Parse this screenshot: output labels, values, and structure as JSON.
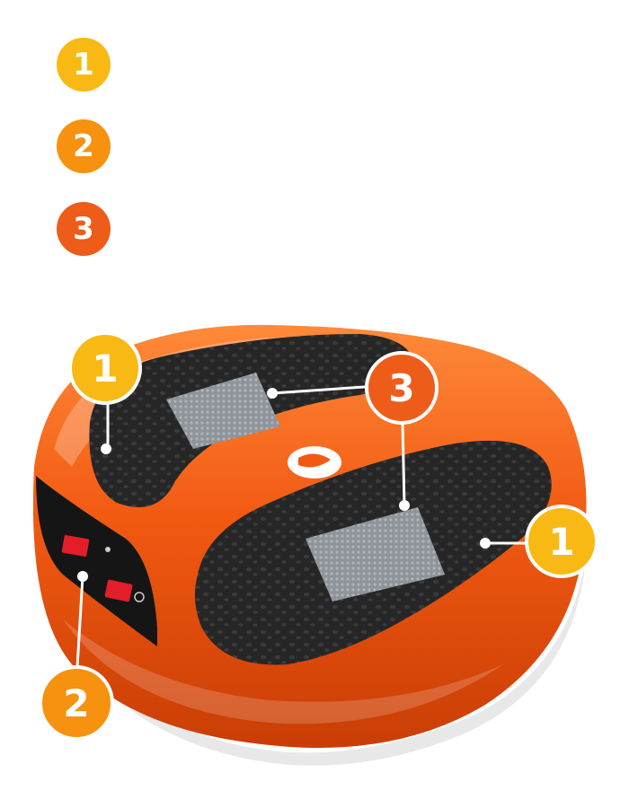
{
  "legend": [
    {
      "number": "1",
      "color": "#f9b914"
    },
    {
      "number": "2",
      "color": "#f6920f"
    },
    {
      "number": "3",
      "color": "#ee5c1a"
    }
  ],
  "callouts": [
    {
      "number": "1",
      "color": "#f9b914"
    },
    {
      "number": "2",
      "color": "#f6920f"
    },
    {
      "number": "3",
      "color": "#ee5c1a"
    }
  ],
  "colors": {
    "body_orange": "#f25a12",
    "pad_black": "#222222",
    "mesh_grey": "#8e9499",
    "leader_white": "#ffffff"
  }
}
